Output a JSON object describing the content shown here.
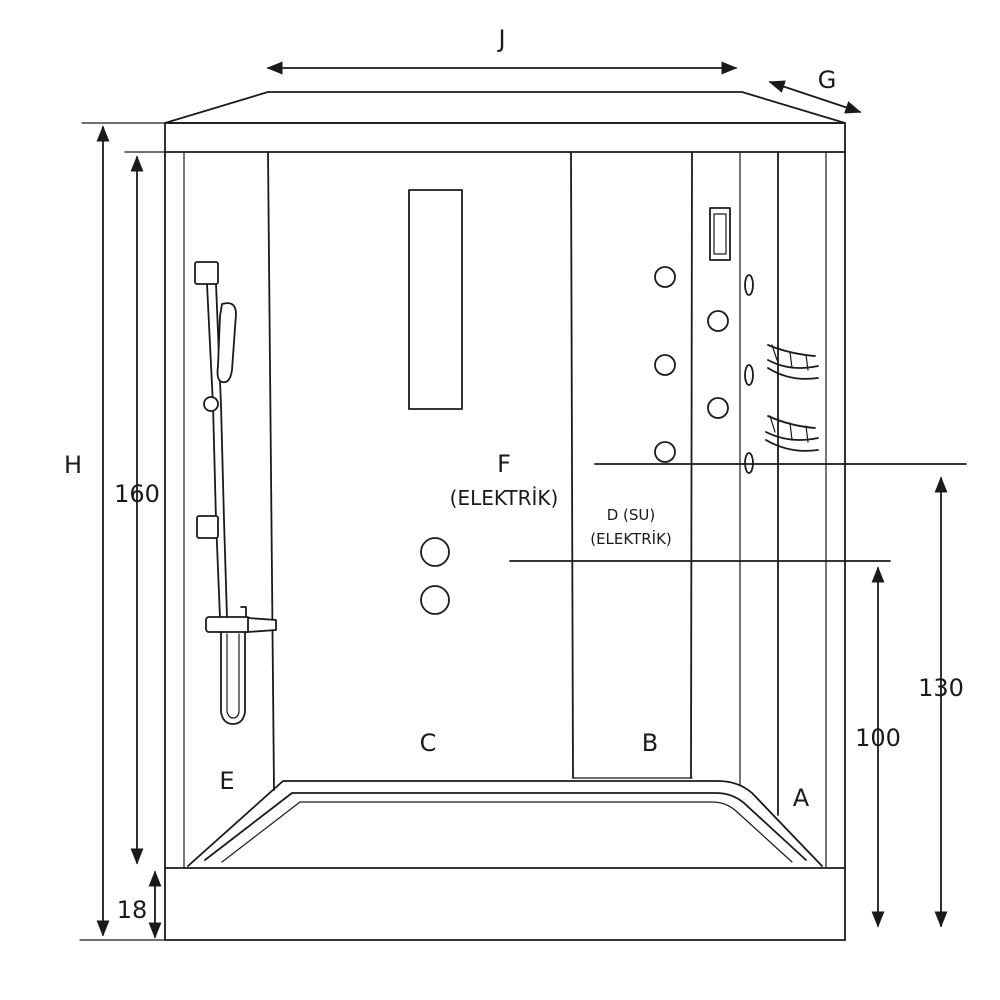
{
  "dimensions": {
    "width_label": "J",
    "depth_label": "G",
    "height_label": "H",
    "inner_height": "160",
    "tray_height": "18",
    "outlet_height_100": "100",
    "outlet_height_130": "130"
  },
  "panels": {
    "a": "A",
    "b": "B",
    "c": "C",
    "e": "E"
  },
  "connections": {
    "f_label": "F",
    "f_type": "(ELEKTRİK)",
    "d_label": "D (SU)",
    "d_type": "(ELEKTRİK)"
  }
}
